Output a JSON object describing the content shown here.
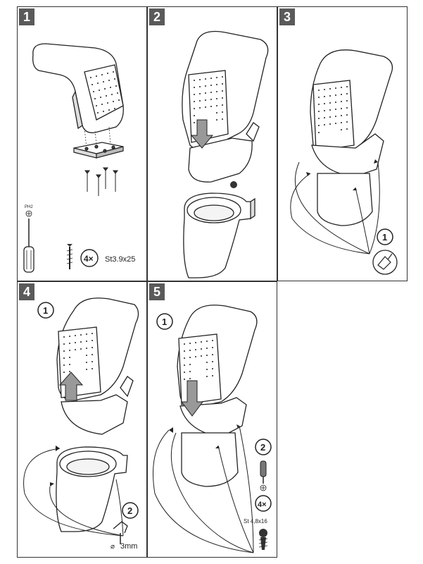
{
  "steps": [
    {
      "number": "1"
    },
    {
      "number": "2"
    },
    {
      "number": "3"
    },
    {
      "number": "4"
    },
    {
      "number": "5"
    }
  ],
  "step1": {
    "screwdriver_type": "PH2",
    "screw_count": "4×",
    "screw_spec": "St3.9x25"
  },
  "step3": {
    "substep": "1"
  },
  "step4": {
    "substep_a": "1",
    "substep_b": "2",
    "drill_size": "3mm",
    "diameter_symbol": "⌀"
  },
  "step5": {
    "substep_a": "1",
    "substep_b": "2",
    "screw_count": "4×",
    "screw_spec": "St 4,8x16"
  }
}
